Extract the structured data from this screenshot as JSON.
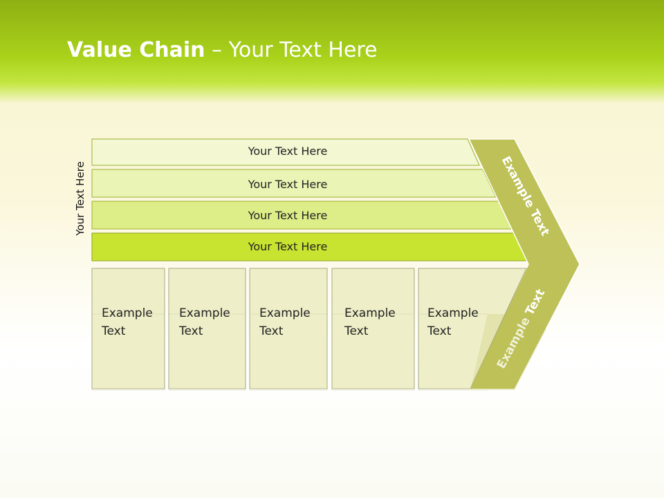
{
  "title": {
    "bold": "Value Chain",
    "rest": " – Your Text Here"
  },
  "side_label": "Your Text Here",
  "bars": [
    {
      "label": "Your Text Here"
    },
    {
      "label": "Your Text Here"
    },
    {
      "label": "Your Text Here"
    },
    {
      "label": "Your Text Here"
    }
  ],
  "boxes": [
    {
      "line1": "Example",
      "line2": "Text"
    },
    {
      "line1": "Example",
      "line2": "Text"
    },
    {
      "line1": "Example",
      "line2": "Text"
    },
    {
      "line1": "Example",
      "line2": "Text"
    },
    {
      "line1": "Example",
      "line2": "Text"
    }
  ],
  "chevron": {
    "top": "Example Text",
    "bottom": "Example Text"
  },
  "colors": {
    "band": "#a9d21b",
    "chevron": "#bdc157",
    "bar_light": "#f3f8d3",
    "bar_dark": "#c9e430",
    "box": "#eeeec8"
  }
}
